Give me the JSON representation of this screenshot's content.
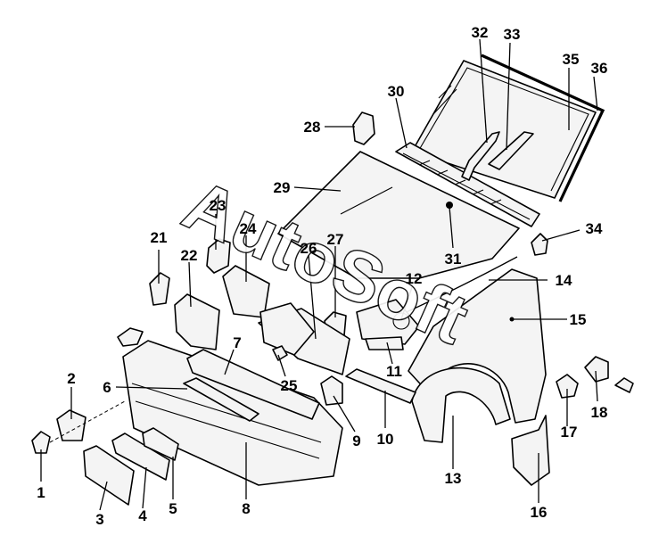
{
  "watermark": {
    "text": "AutoSoft"
  },
  "callouts": [
    {
      "id": "1",
      "label": "1"
    },
    {
      "id": "2",
      "label": "2"
    },
    {
      "id": "3",
      "label": "3"
    },
    {
      "id": "4",
      "label": "4"
    },
    {
      "id": "5",
      "label": "5"
    },
    {
      "id": "6",
      "label": "6"
    },
    {
      "id": "7",
      "label": "7"
    },
    {
      "id": "8",
      "label": "8"
    },
    {
      "id": "9",
      "label": "9"
    },
    {
      "id": "10",
      "label": "10"
    },
    {
      "id": "11",
      "label": "11"
    },
    {
      "id": "12",
      "label": "12"
    },
    {
      "id": "13",
      "label": "13"
    },
    {
      "id": "14",
      "label": "14"
    },
    {
      "id": "15",
      "label": "15"
    },
    {
      "id": "16",
      "label": "16"
    },
    {
      "id": "17",
      "label": "17"
    },
    {
      "id": "18",
      "label": "18"
    },
    {
      "id": "21",
      "label": "21"
    },
    {
      "id": "22",
      "label": "22"
    },
    {
      "id": "23",
      "label": "23"
    },
    {
      "id": "24",
      "label": "24"
    },
    {
      "id": "25",
      "label": "25"
    },
    {
      "id": "26",
      "label": "26"
    },
    {
      "id": "27",
      "label": "27"
    },
    {
      "id": "28",
      "label": "28"
    },
    {
      "id": "29",
      "label": "29"
    },
    {
      "id": "30",
      "label": "30"
    },
    {
      "id": "31",
      "label": "31"
    },
    {
      "id": "32",
      "label": "32"
    },
    {
      "id": "33",
      "label": "33"
    },
    {
      "id": "34",
      "label": "34"
    },
    {
      "id": "35",
      "label": "35"
    },
    {
      "id": "36",
      "label": "36"
    }
  ]
}
